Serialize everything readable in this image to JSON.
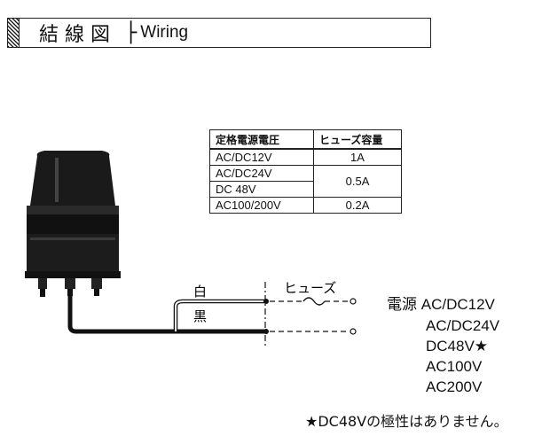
{
  "header": {
    "title_jp": "結線図",
    "separator": "├",
    "title_en": "Wiring"
  },
  "fuse_table": {
    "headers": [
      "定格電源電圧",
      "ヒューズ容量"
    ],
    "rows": [
      {
        "voltages": [
          "AC/DC12V"
        ],
        "fuse": "1A"
      },
      {
        "voltages": [
          "AC/DC24V",
          "DC 48V"
        ],
        "fuse": "0.5A"
      },
      {
        "voltages": [
          "AC100/200V"
        ],
        "fuse": "0.2A"
      }
    ]
  },
  "diagram": {
    "wire_white": "白",
    "wire_black": "黒",
    "fuse_label": "ヒューズ"
  },
  "supply": {
    "label": "電源",
    "options": [
      "AC/DC12V",
      "AC/DC24V",
      "DC48V★",
      "AC100V",
      "AC200V"
    ]
  },
  "note": "★DC48Vの極性はありません。"
}
